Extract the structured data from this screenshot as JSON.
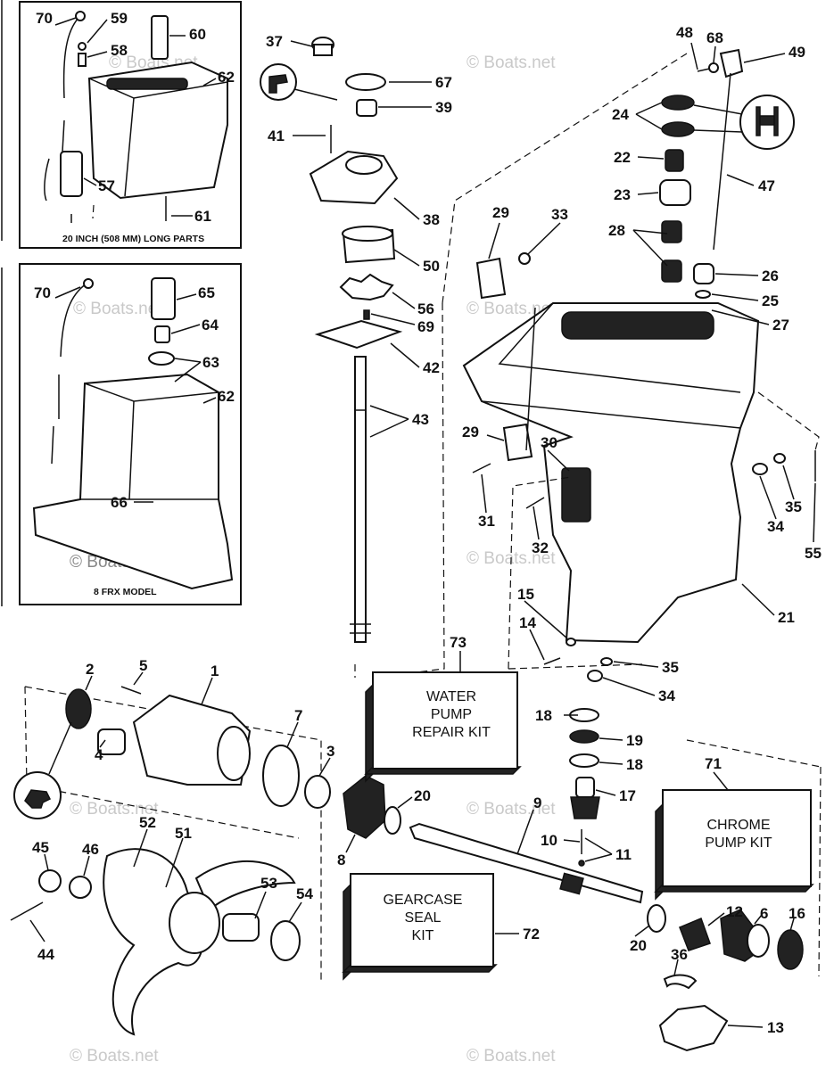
{
  "inset_top": {
    "caption": "20 INCH (508 MM) LONG PARTS"
  },
  "inset_bottom": {
    "caption": "8 FRX MODEL"
  },
  "kits": {
    "water_pump": [
      "WATER",
      "PUMP",
      "REPAIR KIT"
    ],
    "chrome_pump": [
      "CHROME",
      "PUMP KIT"
    ],
    "gearcase_seal": [
      "GEARCASE",
      "SEAL",
      "KIT"
    ]
  },
  "watermark": "© Boats.net",
  "callouts": {
    "c70a": "70",
    "c59": "59",
    "c58": "58",
    "c60": "60",
    "c62a": "62",
    "c57": "57",
    "c61": "61",
    "c70b": "70",
    "c65": "65",
    "c64": "64",
    "c63": "63",
    "c62b": "62",
    "c66": "66",
    "c37": "37",
    "c67": "67",
    "c39": "39",
    "c41": "41",
    "c38": "38",
    "c50": "50",
    "c56": "56",
    "c69": "69",
    "c42": "42",
    "c43": "43",
    "c48": "48",
    "c68": "68",
    "c49": "49",
    "c24": "24",
    "c22": "22",
    "c23": "23",
    "c47": "47",
    "c28": "28",
    "c26": "26",
    "c25": "25",
    "c27": "27",
    "c29a": "29",
    "c33": "33",
    "c29b": "29",
    "c30": "30",
    "c31": "31",
    "c32": "32",
    "c35a": "35",
    "c34a": "34",
    "c55": "55",
    "c21": "21",
    "c15": "15",
    "c14": "14",
    "c35b": "35",
    "c34b": "34",
    "c73": "73",
    "c2": "2",
    "c5": "5",
    "c1": "1",
    "c4": "4",
    "c7": "7",
    "c3": "3",
    "c18a": "18",
    "c19": "19",
    "c18b": "18",
    "c17": "17",
    "c71": "71",
    "c20a": "20",
    "c9": "9",
    "c8": "8",
    "c10": "10",
    "c11": "11",
    "c52": "52",
    "c51": "51",
    "c45": "45",
    "c46": "46",
    "c53": "53",
    "c54": "54",
    "c44": "44",
    "c72": "72",
    "c12": "12",
    "c6": "6",
    "c16": "16",
    "c20b": "20",
    "c36": "36",
    "c13": "13"
  }
}
